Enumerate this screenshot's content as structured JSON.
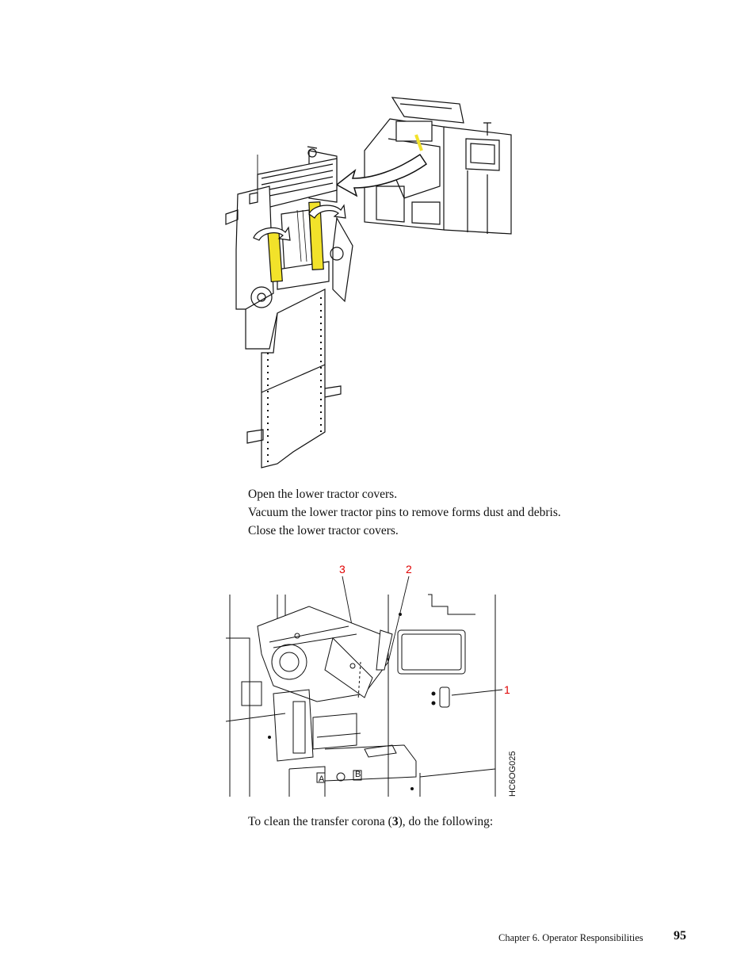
{
  "figure1": {
    "description_icon": "printer-lower-tractor-covers-illustration"
  },
  "paragraphs": [
    "Open the lower tractor covers.",
    "Vacuum the lower tractor pins to remove forms dust and debris.",
    "Close the lower tractor covers."
  ],
  "figure2": {
    "callouts": [
      "3",
      "2",
      "1"
    ],
    "figure_id": "HC6OG025",
    "panel_labels": [
      "A",
      "B"
    ]
  },
  "instruction": {
    "prefix": "To clean the transfer corona (",
    "ref": "3",
    "suffix": "), do the following:"
  },
  "footer": {
    "chapter": "Chapter 6. Operator Responsibilities",
    "page_number": "95"
  },
  "colors": {
    "highlight": "#f2e22a",
    "callout": "#e00000"
  }
}
